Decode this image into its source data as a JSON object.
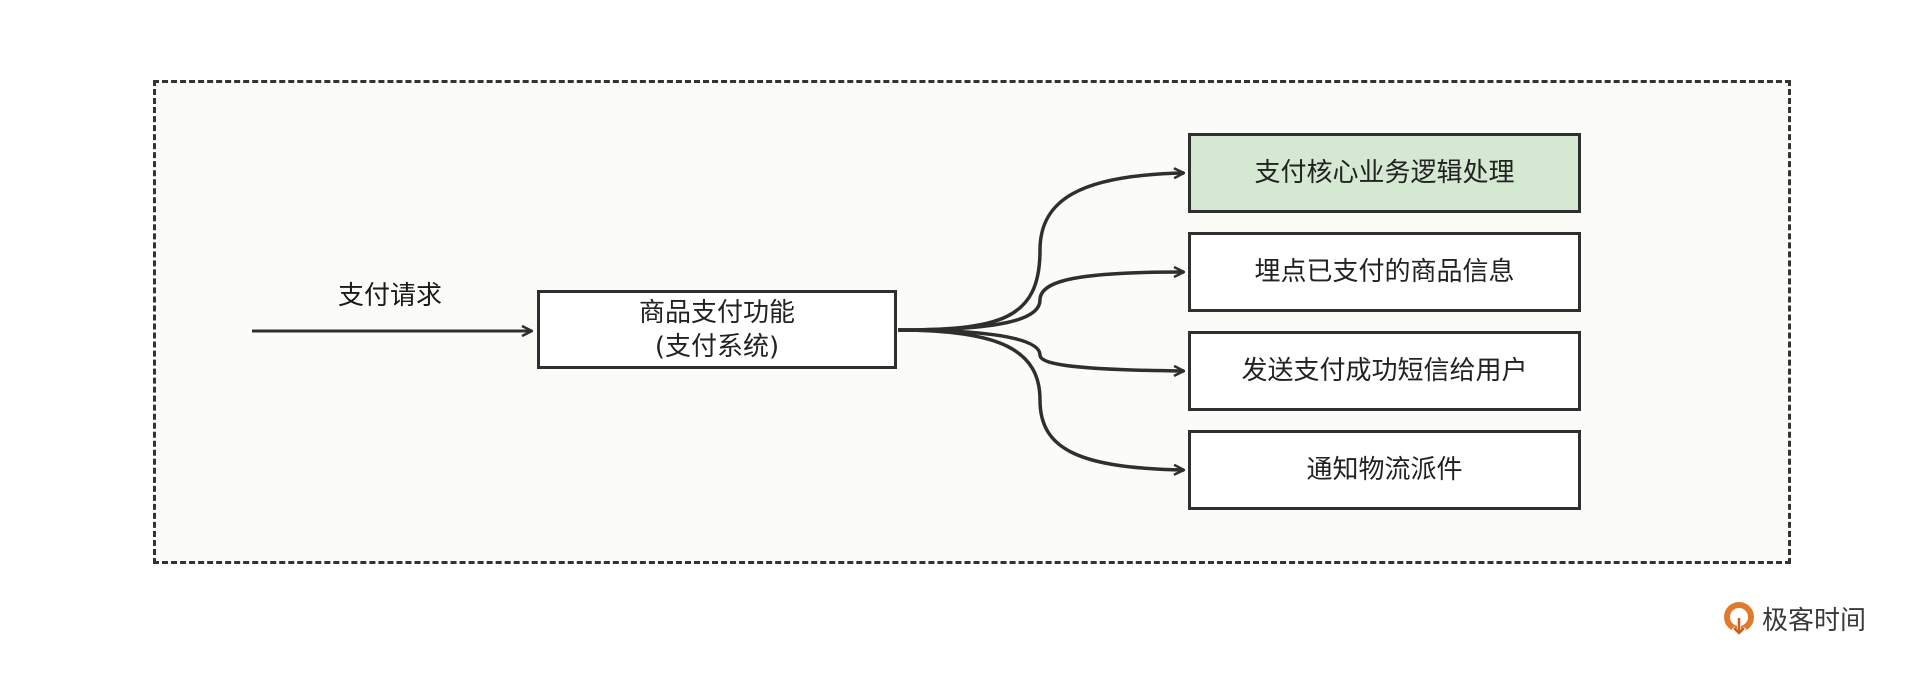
{
  "diagram": {
    "input_label": "支付请求",
    "center_node": {
      "line1": "商品支付功能",
      "line2": "(支付系统)"
    },
    "targets": [
      {
        "label": "支付核心业务逻辑处理",
        "highlighted": true
      },
      {
        "label": "埋点已支付的商品信息",
        "highlighted": false
      },
      {
        "label": "发送支付成功短信给用户",
        "highlighted": false
      },
      {
        "label": "通知物流派件",
        "highlighted": false
      }
    ]
  },
  "colors": {
    "highlight_fill": "#d4e8d2",
    "frame_fill": "#fbfbf7",
    "stroke": "#2f2f2f",
    "brand_orange": "#e07a2c"
  },
  "brand": {
    "name": "极客时间",
    "icon": "geektime-logo-icon"
  }
}
